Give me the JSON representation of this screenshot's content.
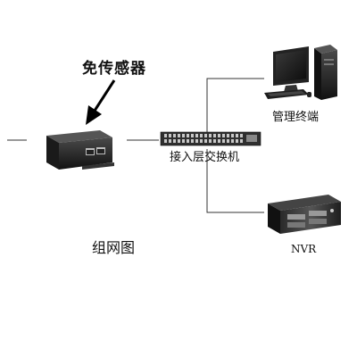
{
  "labels": {
    "sensor": "免传感器",
    "management_terminal": "管理终端",
    "access_switch": "接入层交换机",
    "nvr": "NVR",
    "topology": "组网图"
  },
  "colors": {
    "line": "#333333",
    "device_dark": "#1a1a1a",
    "switch_body": "#3a3a3a",
    "port_light": "#c8c8c8"
  }
}
